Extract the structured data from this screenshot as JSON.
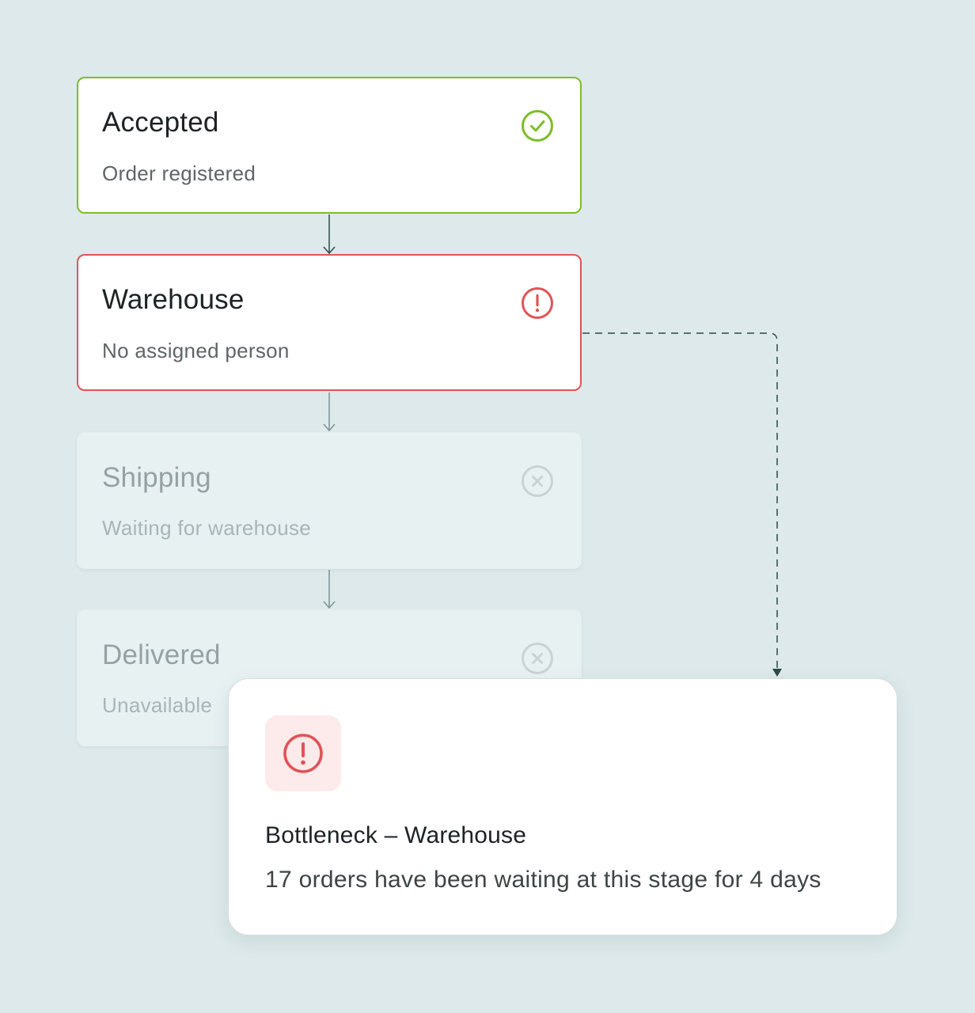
{
  "stages": [
    {
      "title": "Accepted",
      "subtitle": "Order registered",
      "status": "completed",
      "icon": "check-circle-icon",
      "color": "#7cbd2a"
    },
    {
      "title": "Warehouse",
      "subtitle": "No assigned person",
      "status": "error",
      "icon": "alert-circle-icon",
      "color": "#e05357"
    },
    {
      "title": "Shipping",
      "subtitle": "Waiting for warehouse",
      "status": "disabled",
      "icon": "x-circle-icon",
      "color": "#c9d3d4"
    },
    {
      "title": "Delivered",
      "subtitle": "Unavailable",
      "status": "disabled",
      "icon": "x-circle-icon",
      "color": "#c9d3d4"
    }
  ],
  "alert": {
    "icon": "alert-circle-icon",
    "title": "Bottleneck – Warehouse",
    "message": "17 orders have been waiting at this stage for 4 days",
    "color": "#e05357",
    "icon_background": "#fdeaea"
  },
  "colors": {
    "background": "#dde9ea",
    "connector": "#2d4a48",
    "connector_faded": "#7e9394"
  }
}
